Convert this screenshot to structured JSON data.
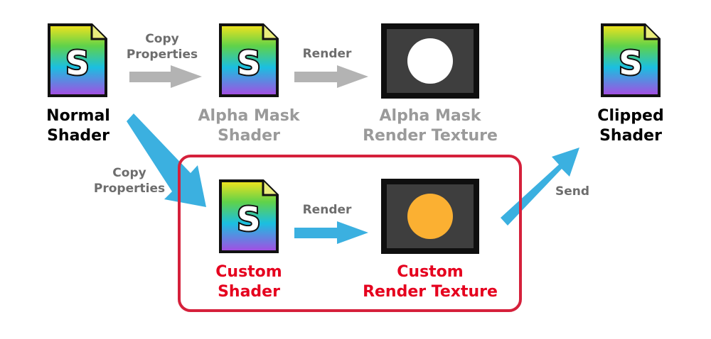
{
  "nodes": {
    "normal_shader": {
      "label": "Normal\nShader",
      "icon_text": "S"
    },
    "alpha_mask_shader": {
      "label": "Alpha Mask\nShader",
      "icon_text": "S"
    },
    "alpha_mask_texture": {
      "label": "Alpha Mask\nRender Texture"
    },
    "clipped_shader": {
      "label": "Clipped\nShader",
      "icon_text": "S"
    },
    "custom_shader": {
      "label": "Custom\nShader",
      "icon_text": "S"
    },
    "custom_texture": {
      "label": "Custom\nRender Texture"
    }
  },
  "edges": {
    "copy_properties_top": "Copy\nProperties",
    "render_top": "Render",
    "copy_properties_bottom": "Copy\nProperties",
    "render_bottom": "Render",
    "send": "Send"
  },
  "colors": {
    "grey_arrow": "#b3b3b3",
    "blue_arrow": "#3bb0e0",
    "highlight_border": "#d5203b",
    "white_circle": "#ffffff",
    "orange_circle": "#fbb032"
  }
}
